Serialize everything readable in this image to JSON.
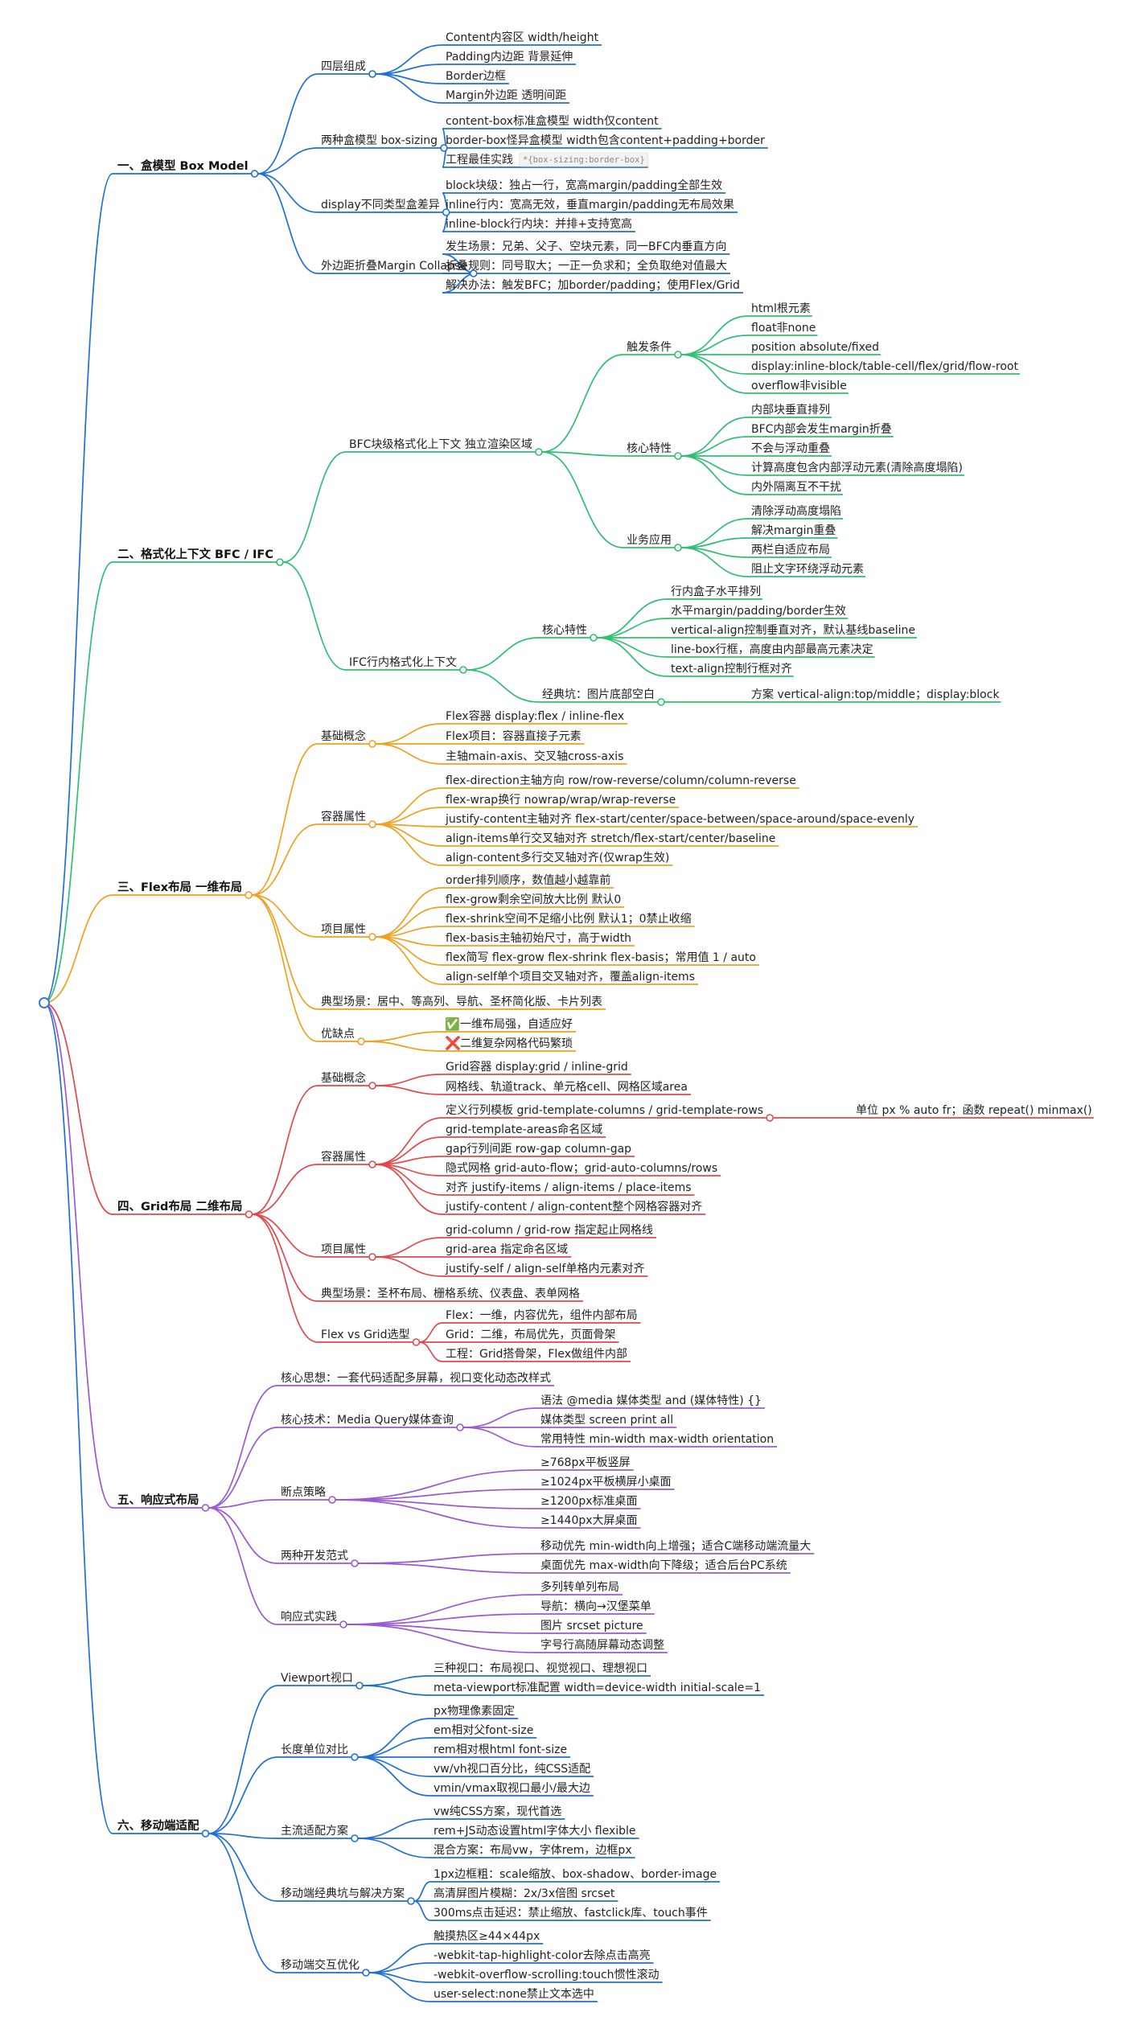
{
  "colors": {
    "root": "#3a7bd5",
    "sections": [
      "#1f6fd6",
      "#2fbf71",
      "#f0a020",
      "#e0484d",
      "#9b59d0",
      "#1f6fd6"
    ]
  },
  "root": {
    "children": [
      {
        "label": "一、盒模型 Box Model",
        "children": [
          {
            "label": "四层组成",
            "children": [
              {
                "label": "Content内容区 width/height"
              },
              {
                "label": "Padding内边距 背景延伸"
              },
              {
                "label": "Border边框"
              },
              {
                "label": "Margin外边距 透明间距"
              }
            ]
          },
          {
            "label": "两种盒模型 box-sizing",
            "children": [
              {
                "label": "content-box标准盒模型 width仅content"
              },
              {
                "label": "border-box怪异盒模型 width包含content+padding+border"
              },
              {
                "label": "工程最佳实践",
                "code": "*{box-sizing:border-box}"
              }
            ]
          },
          {
            "label": "display不同类型盒差异",
            "children": [
              {
                "label": "block块级：独占一行，宽高margin/padding全部生效"
              },
              {
                "label": "inline行内：宽高无效，垂直margin/padding无布局效果"
              },
              {
                "label": "inline-block行内块：并排+支持宽高"
              }
            ]
          },
          {
            "label": "外边距折叠Margin Collapse",
            "children": [
              {
                "label": "发生场景：兄弟、父子、空块元素，同一BFC内垂直方向"
              },
              {
                "label": "折叠规则：同号取大；一正一负求和；全负取绝对值最大"
              },
              {
                "label": "解决办法：触发BFC；加border/padding；使用Flex/Grid"
              }
            ]
          }
        ]
      },
      {
        "label": "二、格式化上下文 BFC / IFC",
        "children": [
          {
            "label": "BFC块级格式化上下文 独立渲染区域",
            "children": [
              {
                "label": "触发条件",
                "children": [
                  {
                    "label": "html根元素"
                  },
                  {
                    "label": "float非none"
                  },
                  {
                    "label": "position absolute/fixed"
                  },
                  {
                    "label": "display:inline-block/table-cell/flex/grid/flow-root"
                  },
                  {
                    "label": "overflow非visible"
                  }
                ]
              },
              {
                "label": "核心特性",
                "children": [
                  {
                    "label": "内部块垂直排列"
                  },
                  {
                    "label": "BFC内部会发生margin折叠"
                  },
                  {
                    "label": "不会与浮动重叠"
                  },
                  {
                    "label": "计算高度包含内部浮动元素(清除高度塌陷)"
                  },
                  {
                    "label": "内外隔离互不干扰"
                  }
                ]
              },
              {
                "label": "业务应用",
                "children": [
                  {
                    "label": "清除浮动高度塌陷"
                  },
                  {
                    "label": "解决margin重叠"
                  },
                  {
                    "label": "两栏自适应布局"
                  },
                  {
                    "label": "阻止文字环绕浮动元素"
                  }
                ]
              }
            ]
          },
          {
            "label": "IFC行内格式化上下文",
            "children": [
              {
                "label": "核心特性",
                "children": [
                  {
                    "label": "行内盒子水平排列"
                  },
                  {
                    "label": "水平margin/padding/border生效"
                  },
                  {
                    "label": "vertical-align控制垂直对齐，默认基线baseline"
                  },
                  {
                    "label": "line-box行框，高度由内部最高元素决定"
                  },
                  {
                    "label": "text-align控制行框对齐"
                  }
                ]
              },
              {
                "label": "经典坑：图片底部空白",
                "children": [
                  {
                    "label": "方案 vertical-align:top/middle；display:block"
                  }
                ]
              }
            ]
          }
        ]
      },
      {
        "label": "三、Flex布局 一维布局",
        "children": [
          {
            "label": "基础概念",
            "children": [
              {
                "label": "Flex容器 display:flex / inline-flex"
              },
              {
                "label": "Flex项目：容器直接子元素"
              },
              {
                "label": "主轴main-axis、交叉轴cross-axis"
              }
            ]
          },
          {
            "label": "容器属性",
            "children": [
              {
                "label": "flex-direction主轴方向 row/row-reverse/column/column-reverse"
              },
              {
                "label": "flex-wrap换行 nowrap/wrap/wrap-reverse"
              },
              {
                "label": "justify-content主轴对齐 flex-start/center/space-between/space-around/space-evenly"
              },
              {
                "label": "align-items单行交叉轴对齐 stretch/flex-start/center/baseline"
              },
              {
                "label": "align-content多行交叉轴对齐(仅wrap生效)"
              }
            ]
          },
          {
            "label": "项目属性",
            "children": [
              {
                "label": "order排列顺序，数值越小越靠前"
              },
              {
                "label": "flex-grow剩余空间放大比例 默认0"
              },
              {
                "label": "flex-shrink空间不足缩小比例 默认1；0禁止收缩"
              },
              {
                "label": "flex-basis主轴初始尺寸，高于width"
              },
              {
                "label": "flex简写 flex-grow flex-shrink flex-basis；常用值 1 / auto"
              },
              {
                "label": "align-self单个项目交叉轴对齐，覆盖align-items"
              }
            ]
          },
          {
            "label": "典型场景：居中、等高列、导航、圣杯简化版、卡片列表"
          },
          {
            "label": "优缺点",
            "children": [
              {
                "label": "一维布局强，自适应好",
                "mark": "check"
              },
              {
                "label": "二维复杂网格代码繁琐",
                "mark": "cross"
              }
            ]
          }
        ]
      },
      {
        "label": "四、Grid布局 二维布局",
        "children": [
          {
            "label": "基础概念",
            "children": [
              {
                "label": "Grid容器 display:grid / inline-grid"
              },
              {
                "label": "网格线、轨道track、单元格cell、网格区域area"
              }
            ]
          },
          {
            "label": "容器属性",
            "children": [
              {
                "label": "定义行列模板 grid-template-columns / grid-template-rows",
                "children": [
                  {
                    "label": "单位 px % auto fr；函数 repeat() minmax()"
                  }
                ]
              },
              {
                "label": "grid-template-areas命名区域"
              },
              {
                "label": "gap行列间距 row-gap column-gap"
              },
              {
                "label": "隐式网格 grid-auto-flow；grid-auto-columns/rows"
              },
              {
                "label": "对齐 justify-items / align-items / place-items"
              },
              {
                "label": "justify-content / align-content整个网格容器对齐"
              }
            ]
          },
          {
            "label": "项目属性",
            "children": [
              {
                "label": "grid-column / grid-row 指定起止网格线"
              },
              {
                "label": "grid-area 指定命名区域"
              },
              {
                "label": "justify-self / align-self单格内元素对齐"
              }
            ]
          },
          {
            "label": "典型场景：圣杯布局、栅格系统、仪表盘、表单网格"
          },
          {
            "label": "Flex vs Grid选型",
            "children": [
              {
                "label": "Flex：一维，内容优先，组件内部布局"
              },
              {
                "label": "Grid：二维，布局优先，页面骨架"
              },
              {
                "label": "工程：Grid搭骨架，Flex做组件内部"
              }
            ]
          }
        ]
      },
      {
        "label": "五、响应式布局",
        "children": [
          {
            "label": "核心思想：一套代码适配多屏幕，视口变化动态改样式"
          },
          {
            "label": "核心技术：Media Query媒体查询",
            "children": [
              {
                "label": "语法 @media 媒体类型 and (媒体特性) {}"
              },
              {
                "label": "媒体类型 screen print all"
              },
              {
                "label": "常用特性 min-width max-width orientation"
              }
            ]
          },
          {
            "label": "断点策略",
            "children": [
              {
                "label": "≥768px平板竖屏"
              },
              {
                "label": "≥1024px平板横屏小桌面"
              },
              {
                "label": "≥1200px标准桌面"
              },
              {
                "label": "≥1440px大屏桌面"
              }
            ]
          },
          {
            "label": "两种开发范式",
            "children": [
              {
                "label": "移动优先 min-width向上增强；适合C端移动端流量大"
              },
              {
                "label": "桌面优先 max-width向下降级；适合后台PC系统"
              }
            ]
          },
          {
            "label": "响应式实践",
            "children": [
              {
                "label": "多列转单列布局"
              },
              {
                "label": "导航：横向→汉堡菜单"
              },
              {
                "label": "图片 srcset picture"
              },
              {
                "label": "字号行高随屏幕动态调整"
              }
            ]
          }
        ]
      },
      {
        "label": "六、移动端适配",
        "children": [
          {
            "label": "Viewport视口",
            "children": [
              {
                "label": "三种视口：布局视口、视觉视口、理想视口"
              },
              {
                "label": "meta-viewport标准配置 width=device-width initial-scale=1"
              }
            ]
          },
          {
            "label": "长度单位对比",
            "children": [
              {
                "label": "px物理像素固定"
              },
              {
                "label": "em相对父font-size"
              },
              {
                "label": "rem相对根html font-size"
              },
              {
                "label": "vw/vh视口百分比，纯CSS适配"
              },
              {
                "label": "vmin/vmax取视口最小/最大边"
              }
            ]
          },
          {
            "label": "主流适配方案",
            "children": [
              {
                "label": "vw纯CSS方案，现代首选"
              },
              {
                "label": "rem+JS动态设置html字体大小 flexible"
              },
              {
                "label": "混合方案：布局vw，字体rem，边框px"
              }
            ]
          },
          {
            "label": "移动端经典坑与解决方案",
            "children": [
              {
                "label": "1px边框粗：scale缩放、box-shadow、border-image"
              },
              {
                "label": "高清屏图片模糊：2x/3x倍图 srcset"
              },
              {
                "label": "300ms点击延迟：禁止缩放、fastclick库、touch事件"
              }
            ]
          },
          {
            "label": "移动端交互优化",
            "children": [
              {
                "label": "触摸热区≥44×44px"
              },
              {
                "label": "-webkit-tap-highlight-color去除点击高亮"
              },
              {
                "label": "-webkit-overflow-scrolling:touch惯性滚动"
              },
              {
                "label": "user-select:none禁止文本选中"
              }
            ]
          }
        ]
      }
    ]
  }
}
